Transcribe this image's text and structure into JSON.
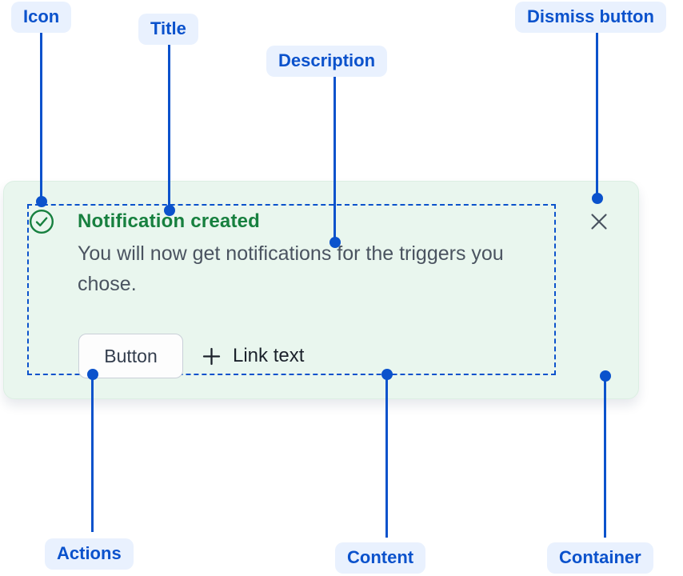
{
  "colors": {
    "accent_blue": "#0B52CC",
    "annotation_label_background": "#E9F1FE",
    "success_green": "#17803F",
    "flag_background": "#E9F6EE",
    "description_text": "#4A5360",
    "action_text": "#1B212B",
    "button_border": "#C9CFD8"
  },
  "annotations": {
    "icon": {
      "label": "Icon"
    },
    "title": {
      "label": "Title"
    },
    "description": {
      "label": "Description"
    },
    "dismiss_button": {
      "label": "Dismiss button"
    },
    "actions": {
      "label": "Actions"
    },
    "content": {
      "label": "Content"
    },
    "container": {
      "label": "Container"
    }
  },
  "flag": {
    "icon": "success-check-icon",
    "title": "Notification created",
    "description": "You will now get notifications for the triggers you chose.",
    "actions": {
      "button_label": "Button",
      "plus_icon": "plus-icon",
      "link_label": "Link text"
    },
    "dismiss_icon": "close-x-icon"
  }
}
